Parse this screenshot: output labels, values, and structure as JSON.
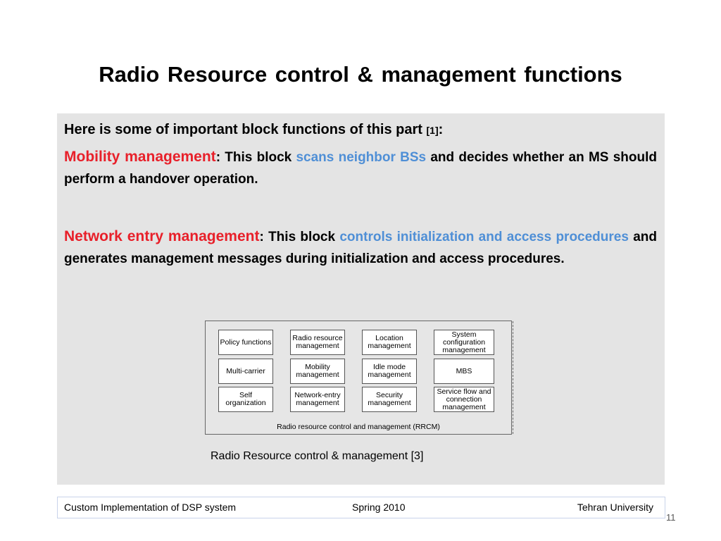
{
  "slide": {
    "title": "Radio  Resource  control & management  functions",
    "intro_text": "Here is some of important block functions of this part ",
    "intro_ref": "[1]",
    "intro_colon": ":",
    "mobility": {
      "term": "Mobility management",
      "colon": ": ",
      "pre": "This block ",
      "highlight": "scans neighbor BSs",
      "post": " and decides whether an MS should perform a handover operation."
    },
    "network_entry": {
      "term": "Network entry management",
      "colon": ": ",
      "pre": "This block ",
      "highlight": "controls initialization and access procedures",
      "post": " and generates management messages during initialization and access procedures."
    },
    "diagram": {
      "blocks": [
        "Policy functions",
        "Radio resource management",
        "Location management",
        "System configuration management",
        "Multi-carrier",
        "Mobility management",
        "Idle mode management",
        "MBS",
        "Self organization",
        "Network-entry management",
        "Security management",
        "Service flow and connection management"
      ],
      "caption": "Radio resource control and management (RRCM)"
    },
    "figure_caption": "Radio Resource control & management [3]"
  },
  "footer": {
    "left": "Custom Implementation of DSP system",
    "middle": "Spring 2010",
    "right": "Tehran University"
  },
  "page_number": "11",
  "colors": {
    "term_red": "#e8202a",
    "highlight_blue": "#4f8fd6",
    "box_gray": "#e4e4e4"
  }
}
